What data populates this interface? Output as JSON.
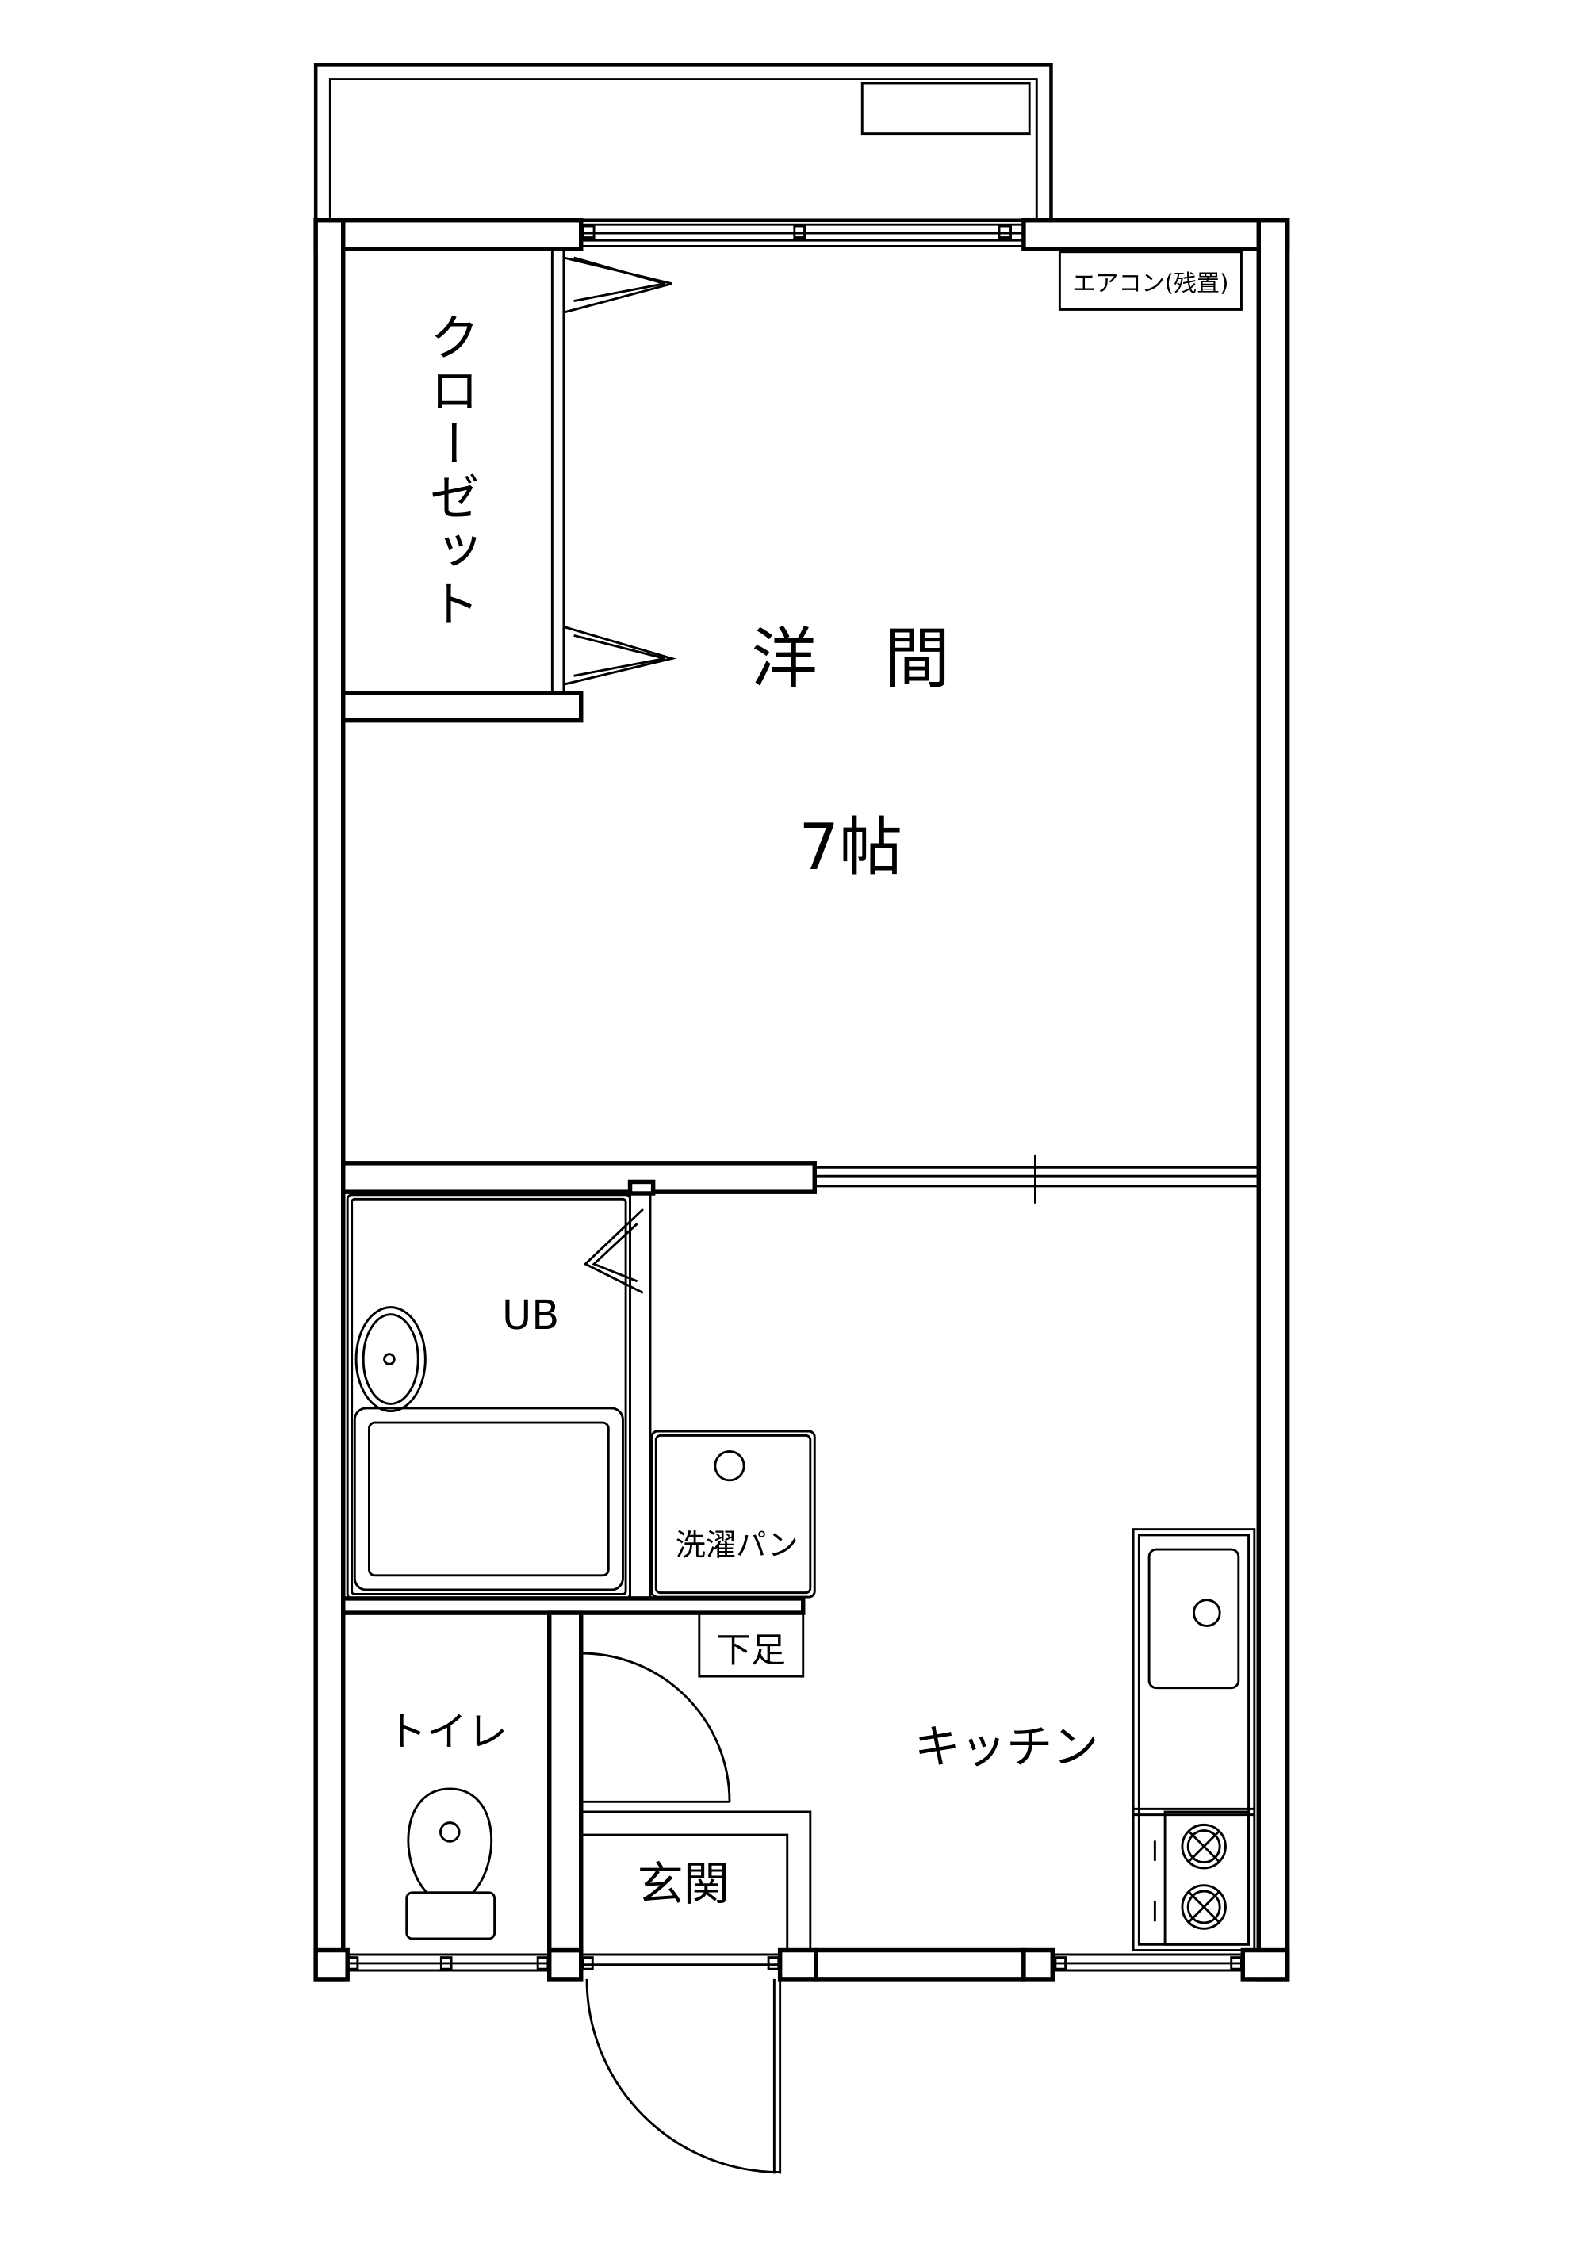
{
  "labels": {
    "closet": "クローゼット",
    "aircon": "エアコン(残置)",
    "room_name": "洋　間",
    "room_size": "7帖",
    "unit_bath": "UB",
    "washer_pan": "洗濯パン",
    "shoe_box": "下足",
    "kitchen": "キッチン",
    "toilet": "トイレ",
    "entrance": "玄関"
  },
  "colors": {
    "line": "#000000",
    "background": "#ffffff"
  }
}
